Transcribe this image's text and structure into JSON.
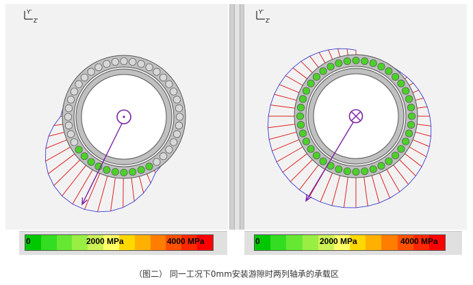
{
  "left_view": {
    "axis_labels": {
      "y": "Y'",
      "z": "Z'"
    },
    "center_symbol": "dot"
  },
  "right_view": {
    "axis_labels": {
      "y": "Y'",
      "z": "Z'"
    },
    "center_symbol": "cross"
  },
  "colors": {
    "panel_background": "#f2f2f2",
    "ring": "#c0c0c0",
    "ring_outline": "#555555",
    "loaded_ball": "#4cd02a",
    "unloaded_ball": "#d8d8d8",
    "pressure_line": "#e02020",
    "envelope": "#3a3ad0",
    "load_vector": "#7b1fa2"
  },
  "colorbar": {
    "labels": {
      "min": "0",
      "mid": "2000 MPa",
      "max": "4000 MPa"
    },
    "segment_colors": [
      "#00c800",
      "#33dd22",
      "#66e833",
      "#99ee44",
      "#ccf255",
      "#ffff66",
      "#ffd800",
      "#ffb000",
      "#ff7e00",
      "#ff5000",
      "#ff2800",
      "#ff0000"
    ]
  },
  "caption": "（图二） 同一工况下0mm安装游隙时两列轴承的承载区"
}
